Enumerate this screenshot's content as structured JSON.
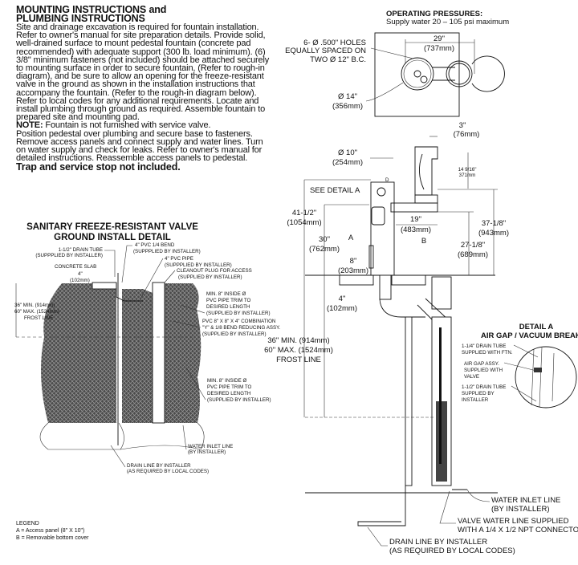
{
  "instructions": {
    "title_lines": [
      "MOUNTING INSTRUCTIONS and",
      "PLUMBING INSTRUCTIONS"
    ],
    "body": "Site and drainage excavation is required for fountain installation. Refer to owner's manual for site preparation details. Provide solid, well-drained surface to mount pedestal fountain (concrete pad recommended) with adequate support (300 lb. load minimum). (6) 3/8\" minimum fasteners (not included) should be attached securely to mounting surface in order to secure fountain, (Refer to rough-in diagram), and be sure to allow an opening for the freeze-resistant valve in the ground as shown in the installation instructions that accompany the fountain. (Refer to the rough-in diagram below). Refer to local codes for any additional requirements. Locate and install plumbing through ground as required. Assemble fountain to prepared site and mounting pad.",
    "note_label": "NOTE:",
    "note_text": " Fountain is not furnished with service valve.",
    "body2": "Position pedestal over plumbing and secure base to fasteners. Remove access panels and connect supply and water lines. Turn on water supply and check for leaks. Refer to owner's manual for detailed instructions. Reassemble access panels to pedestal.",
    "warning": "Trap and service stop not included."
  },
  "pressures": {
    "title": "OPERATING PRESSURES:",
    "text": "Supply water 20 – 105 psi maximum"
  },
  "top_view": {
    "holes_label": [
      "6- Ø .500\" HOLES",
      "EQUALLY SPACED ON",
      "TWO Ø 12\" B.C."
    ],
    "width_dim": [
      "29\"",
      "(737mm)"
    ],
    "diameter_dim": [
      "Ø 14\"",
      "(356mm)"
    ]
  },
  "side_view": {
    "spout_offset": [
      "3\"",
      "(76mm)"
    ],
    "pedestal_dia": [
      "Ø 10\"",
      "(254mm)"
    ],
    "bowl_height": [
      "14 9/16\"",
      "371mm"
    ],
    "see_detail": "SEE DETAIL A",
    "overall_height": [
      "41-1/2\"",
      "(1054mm)"
    ],
    "lower_height": [
      "30\"",
      "(762mm)"
    ],
    "panel_label": "A",
    "panel_offset": [
      "8\"",
      "(203mm)"
    ],
    "slab_depth": [
      "4\"",
      "(102mm)"
    ],
    "reach": [
      "19\"",
      "(483mm)"
    ],
    "cover_label": "B",
    "top_height": [
      "37-1/8\"",
      "(943mm)"
    ],
    "rim_height": [
      "27-1/8\"",
      "(689mm)"
    ],
    "cap_label": "D",
    "frost": [
      "36\" MIN. (914mm)",
      "60\" MAX. (1524mm)",
      "FROST LINE"
    ],
    "water_inlet": [
      "WATER INLET LINE",
      "(BY INSTALLER)"
    ],
    "valve_line": [
      "VALVE WATER LINE SUPPLIED",
      "WITH A 1/4 X 1/2 NPT CONNECTOR"
    ],
    "drain_line": [
      "DRAIN LINE BY INSTALLER",
      "(AS REQUIRED BY LOCAL CODES)"
    ]
  },
  "detail_a": {
    "title": [
      "DETAIL A",
      "AIR GAP / VACUUM BREAKER"
    ],
    "drain_tube_ftn": [
      "1-1/4\" DRAIN TUBE",
      "SUPPLIED WITH FTN."
    ],
    "air_gap": [
      "AIR GAP ASSY.",
      "SUPPLIED WITH",
      "VALVE"
    ],
    "drain_tube_installer": [
      "1-1/2\" DRAIN TUBE",
      "SUPPLIED BY",
      "INSTALLER"
    ]
  },
  "valve_detail": {
    "title": [
      "SANITARY FREEZE-RESISTANT VALVE",
      "GROUND INSTALL DETAIL"
    ],
    "drain_tube": [
      "1-1/2\" DRAIN TUBE",
      "(SUPPPLIED BY INSTALLER)"
    ],
    "bend": [
      "4\" PVC 1/4 BEND",
      "(SUPPPLIED BY INSTALLER)"
    ],
    "pipe": [
      "4\" PVC PIPE",
      "(SUPPPLIED BY INSTALLER)"
    ],
    "cleanout": [
      "CLEANOUT PLUG FOR ACCESS",
      "(SUPPLIED BY INSTALLER)"
    ],
    "slab": "CONCRETE SLAB",
    "slab_depth": [
      "4\"",
      "(102mm)"
    ],
    "frost": [
      "36\" MIN. (914mm)",
      "60\" MAX. (1524mm)",
      "FROST LINE"
    ],
    "pipe_trim_1": [
      "MIN. 8\" INSIDE Ø",
      "PVC PIPE TRIM TO",
      "DESIRED LENGTH",
      "(SUPPLIED BY INSTALLER)"
    ],
    "combination": [
      "PVC 8\" X 8\" X 4\" COMBINATION",
      "\"Y\" & 1/8 BEND REDUCING ASSY.",
      "(SUPPLIED BY INSTALLER)"
    ],
    "pipe_trim_2": [
      "MIN. 8\" INSIDE Ø",
      "PVC PIPE TRIM TO",
      "DESIRED LENGTH",
      "(SUPPLIED BY INSTALLER)"
    ],
    "water_inlet": [
      "WATER INLET LINE",
      "(BY INSTALLER)"
    ],
    "drain_line": [
      "DRAIN LINE BY INSTALLER",
      "(AS REQUIRED BY LOCAL CODES)"
    ]
  },
  "legend": {
    "title": "LEGEND",
    "items": [
      "A = Access panel (8\" X 10\")",
      "B = Removable bottom cover"
    ]
  }
}
